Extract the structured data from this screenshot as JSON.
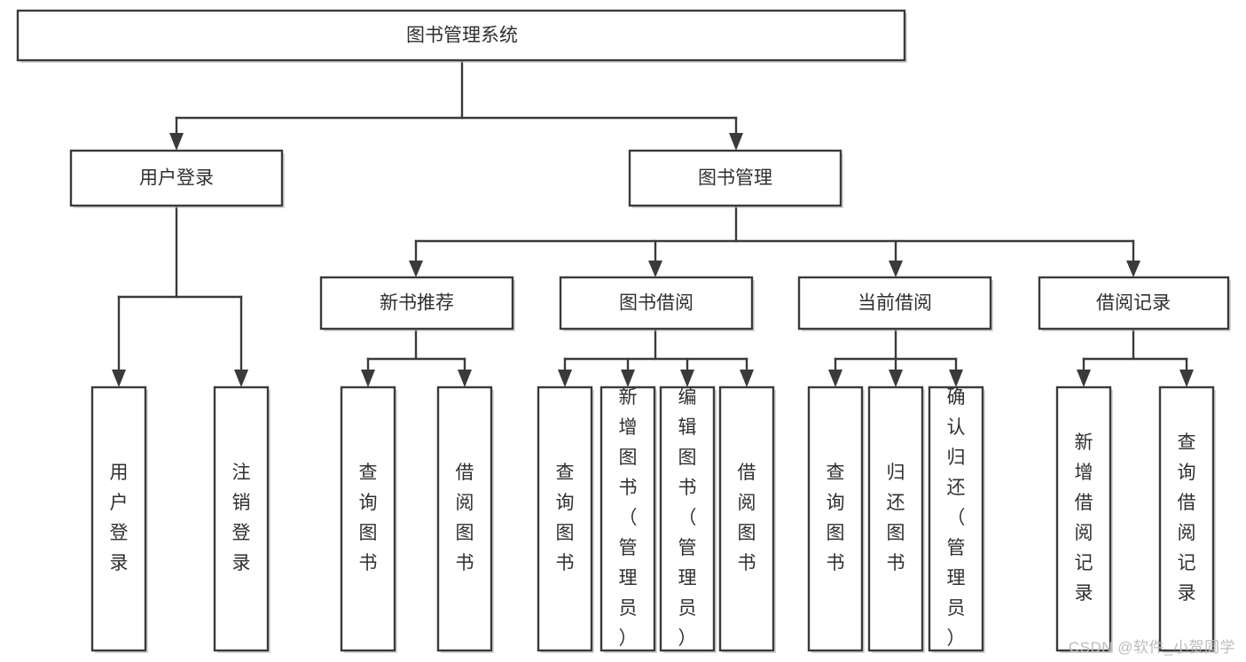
{
  "diagram": {
    "title": "图书管理系统",
    "type": "tree",
    "orientation": "top-down",
    "colors": {
      "box_stroke": "#3a3a3a",
      "box_fill": "#ffffff",
      "text": "#2f2f2f",
      "connector": "#3a3a3a",
      "background": "#ffffff",
      "watermark": "#bcbcbc"
    },
    "root": {
      "id": "root",
      "label": "图书管理系统",
      "orientation": "horizontal"
    },
    "level1": [
      {
        "id": "user-login",
        "label": "用户登录",
        "orientation": "horizontal"
      },
      {
        "id": "book-management",
        "label": "图书管理",
        "orientation": "horizontal"
      }
    ],
    "level2": [
      {
        "id": "new-book-recommend",
        "label": "新书推荐",
        "orientation": "horizontal",
        "parent": "book-management"
      },
      {
        "id": "book-borrow",
        "label": "图书借阅",
        "orientation": "horizontal",
        "parent": "book-management"
      },
      {
        "id": "current-borrow",
        "label": "当前借阅",
        "orientation": "horizontal",
        "parent": "book-management"
      },
      {
        "id": "borrow-record",
        "label": "借阅记录",
        "orientation": "horizontal",
        "parent": "book-management"
      }
    ],
    "leaves": [
      {
        "id": "leaf-user-login",
        "label": "用户登录",
        "orientation": "vertical",
        "parent": "user-login"
      },
      {
        "id": "leaf-logout",
        "label": "注销登录",
        "orientation": "vertical",
        "parent": "user-login"
      },
      {
        "id": "leaf-query-book-1",
        "label": "查询图书",
        "orientation": "vertical",
        "parent": "new-book-recommend"
      },
      {
        "id": "leaf-borrow-book-1",
        "label": "借阅图书",
        "orientation": "vertical",
        "parent": "new-book-recommend"
      },
      {
        "id": "leaf-query-book-2",
        "label": "查询图书",
        "orientation": "vertical",
        "parent": "book-borrow"
      },
      {
        "id": "leaf-add-book",
        "label": "新增图书（管理员）",
        "orientation": "vertical",
        "parent": "book-borrow"
      },
      {
        "id": "leaf-edit-book",
        "label": "编辑图书（管理员）",
        "orientation": "vertical",
        "parent": "book-borrow"
      },
      {
        "id": "leaf-borrow-book-2",
        "label": "借阅图书",
        "orientation": "vertical",
        "parent": "book-borrow"
      },
      {
        "id": "leaf-query-book-3",
        "label": "查询图书",
        "orientation": "vertical",
        "parent": "current-borrow"
      },
      {
        "id": "leaf-return-book",
        "label": "归还图书",
        "orientation": "vertical",
        "parent": "current-borrow"
      },
      {
        "id": "leaf-confirm-return",
        "label": "确认归还（管理员）",
        "orientation": "vertical",
        "parent": "current-borrow"
      },
      {
        "id": "leaf-add-record",
        "label": "新增借阅记录",
        "orientation": "vertical",
        "parent": "borrow-record"
      },
      {
        "id": "leaf-query-record",
        "label": "查询借阅记录",
        "orientation": "vertical",
        "parent": "borrow-record"
      }
    ]
  },
  "watermark": {
    "text": "CSDN @软件_小贺同学"
  }
}
